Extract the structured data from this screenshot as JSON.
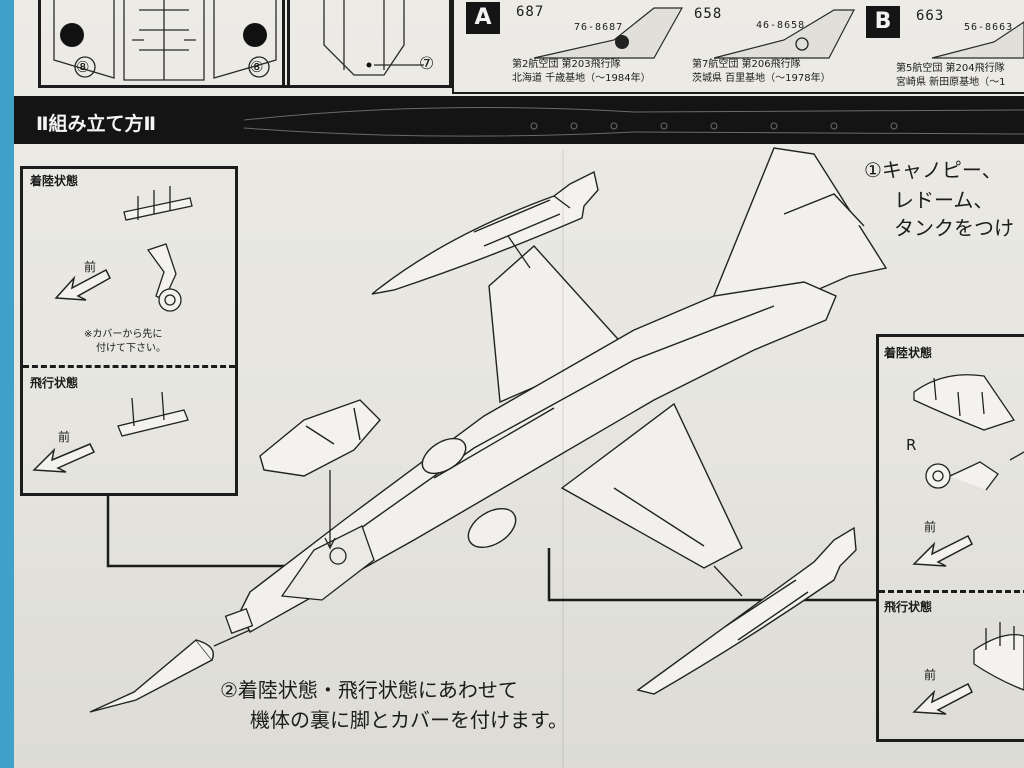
{
  "top_strip": {
    "callouts": [
      "⑧",
      "⑧",
      "⑦"
    ]
  },
  "markings": {
    "A": {
      "badge": "A",
      "entries": [
        {
          "number": "687",
          "tail_code": "76-8687",
          "caption_line1": "第2航空団 第203飛行隊",
          "caption_line2": "北海道 千歳基地（～1984年）"
        },
        {
          "number": "658",
          "tail_code": "46-8658",
          "caption_line1": "第7航空団 第206飛行隊",
          "caption_line2": "茨城県 百里基地（～1978年）"
        }
      ]
    },
    "B": {
      "badge": "B",
      "entries": [
        {
          "number": "663",
          "tail_code": "56-8663",
          "caption_line1": "第5航空団 第204飛行隊",
          "caption_line2": "宮崎県 新田原基地（～1"
        }
      ]
    }
  },
  "section_title": "Ⅱ組み立て方Ⅱ",
  "left_panel": {
    "landing_title": "着陸状態",
    "landing_front": "前",
    "note_line1": "※カバーから先に",
    "note_line2": "付けて下さい。",
    "flight_title": "飛行状態",
    "flight_front": "前"
  },
  "right_panel": {
    "landing_title": "着陸状態",
    "side_label": "R",
    "landing_front": "前",
    "flight_title": "飛行状態",
    "flight_front": "前"
  },
  "step1": {
    "line1": "①キャノピー、",
    "line2": "レドーム、",
    "line3": "タンクをつけ"
  },
  "step2": {
    "line1": "②着陸状態・飛行状態にあわせて",
    "line2": "機体の裏に脚とカバーを付けます。"
  }
}
